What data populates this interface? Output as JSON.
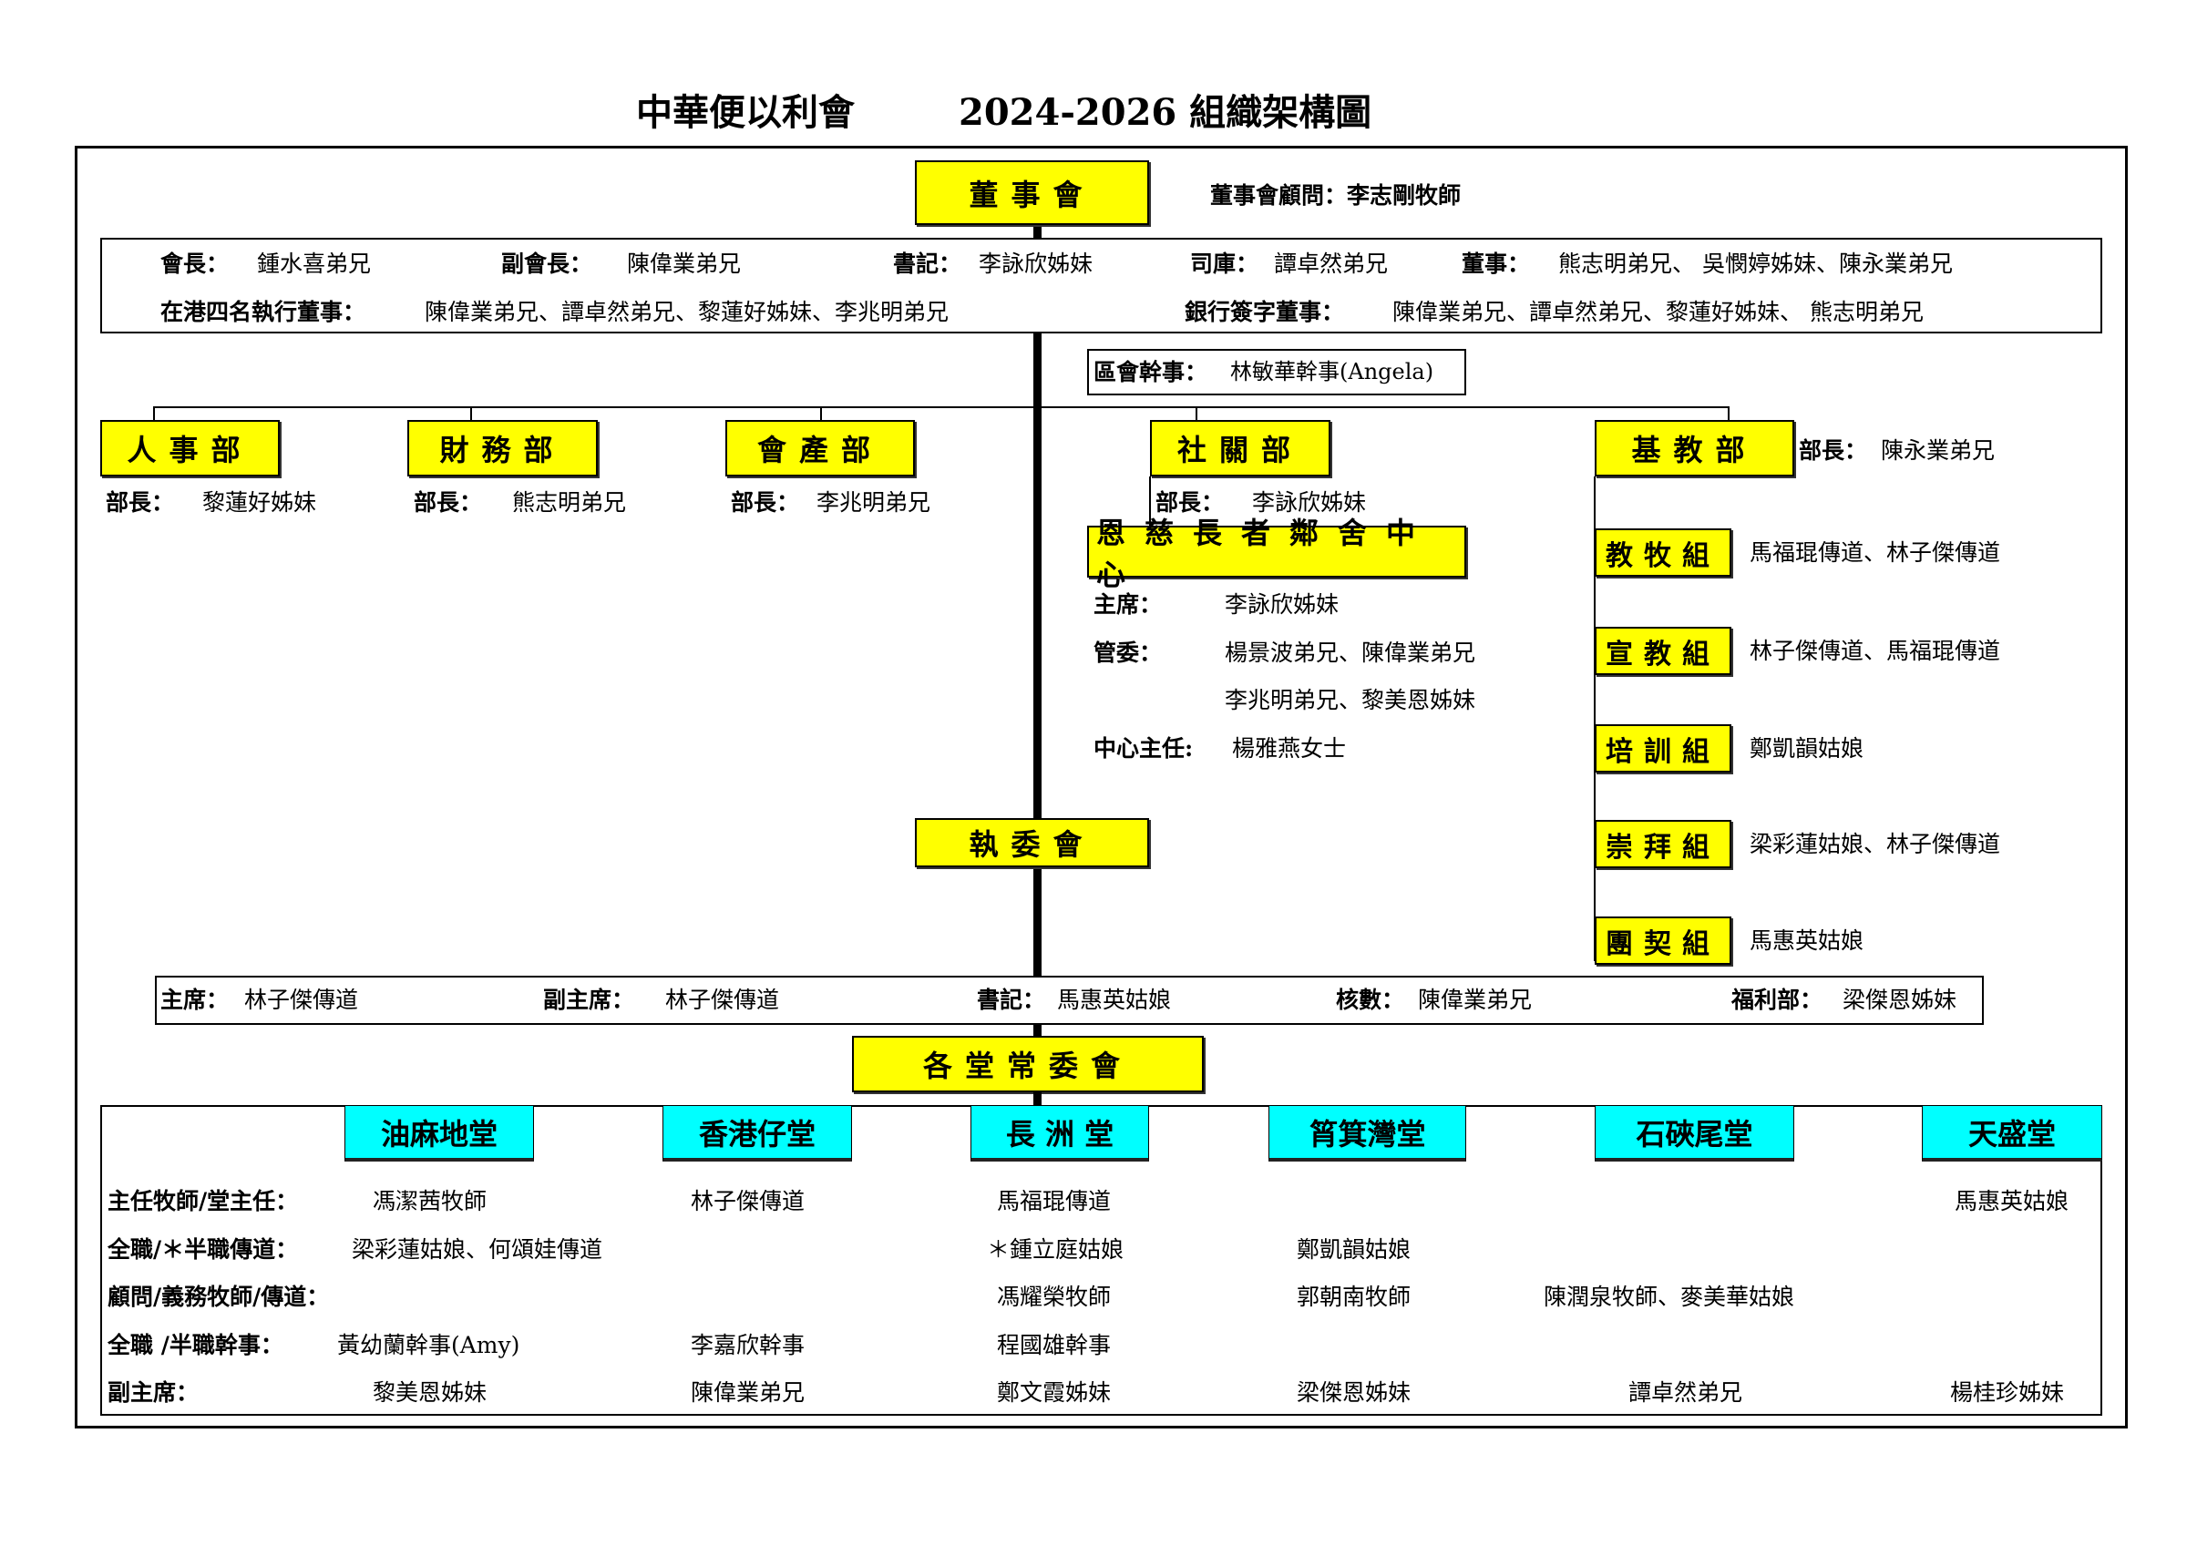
{
  "title": {
    "org": "中華便以利會",
    "term": "2024-2026 組織架構圖"
  },
  "board": {
    "label": "董事會",
    "advisor": "董事會顧問：李志剛牧師",
    "row1": [
      {
        "label": "會長：",
        "value": "鍾水喜弟兄"
      },
      {
        "label": "副會長：",
        "value": "陳偉業弟兄"
      },
      {
        "label": "書記：",
        "value": "李詠欣姊妹"
      },
      {
        "label": "司庫：",
        "value": "譚卓然弟兄"
      },
      {
        "label": "董事：",
        "value": "熊志明弟兄、 吳憫婷姊妹、陳永業弟兄"
      }
    ],
    "row2": [
      {
        "label": "在港四名執行董事：",
        "value": "陳偉業弟兄、譚卓然弟兄、黎蓮好姊妹、李兆明弟兄"
      },
      {
        "label": "銀行簽字董事：",
        "value": "陳偉業弟兄、譚卓然弟兄、黎蓮好姊妹、 熊志明弟兄"
      }
    ]
  },
  "district_officer": {
    "label": "區會幹事：",
    "value": "林敏華幹事(Angela)"
  },
  "departments": [
    {
      "name": "人事部",
      "head_label": "部長：",
      "head": "黎蓮好姊妹"
    },
    {
      "name": "財務部",
      "head_label": "部長：",
      "head": "熊志明弟兄"
    },
    {
      "name": "會產部",
      "head_label": "部長：",
      "head": "李兆明弟兄"
    },
    {
      "name": "社關部",
      "head_label": "部長：",
      "head": "李詠欣姊妹"
    },
    {
      "name": "基教部",
      "head_label": "部長：",
      "head": "陳永業弟兄"
    }
  ],
  "elderly_centre": {
    "name": "恩慈長者鄰舍中心",
    "chair_label": "主席：",
    "chair": "李詠欣姊妹",
    "committee_label": "管委：",
    "committee_line1": "楊景波弟兄、陳偉業弟兄",
    "committee_line2": "李兆明弟兄、黎美恩姊妹",
    "director_label": "中心主任:",
    "director": "楊雅燕女士"
  },
  "groups": [
    {
      "name": "教牧組",
      "members": "馬福琨傳道、林子傑傳道"
    },
    {
      "name": "宣教組",
      "members": "林子傑傳道、馬福琨傳道"
    },
    {
      "name": "培訓組",
      "members": "鄭凱韻姑娘"
    },
    {
      "name": "崇拜組",
      "members": "梁彩蓮姑娘、林子傑傳道"
    },
    {
      "name": "團契組",
      "members": "馬惠英姑娘"
    }
  ],
  "exec_committee": {
    "label": "執委會",
    "members": [
      {
        "label": "主席：",
        "value": "林子傑傳道"
      },
      {
        "label": "副主席：",
        "value": "林子傑傳道"
      },
      {
        "label": "書記：",
        "value": "馬惠英姑娘"
      },
      {
        "label": "核數：",
        "value": "陳偉業弟兄"
      },
      {
        "label": "福利部：",
        "value": "梁傑恩姊妹"
      }
    ]
  },
  "church_committee": {
    "label": "各堂常委會",
    "churches": [
      "油麻地堂",
      "香港仔堂",
      "長 洲 堂",
      "筲箕灣堂",
      "石硤尾堂",
      "天盛堂"
    ],
    "rows": [
      {
        "label": "主任牧師/堂主任：",
        "values": [
          "馮潔茜牧師",
          "林子傑傳道",
          "馬福琨傳道",
          "",
          "",
          "馬惠英姑娘"
        ]
      },
      {
        "label": "全職/＊半職傳道：",
        "values": [
          "梁彩蓮姑娘、何頌娃傳道",
          "",
          "＊鍾立庭姑娘",
          "鄭凱韻姑娘",
          "",
          ""
        ]
      },
      {
        "label": "顧問/義務牧師/傳道：",
        "values": [
          "",
          "",
          "馮耀榮牧師",
          "郭朝南牧師",
          "陳潤泉牧師、麥美華姑娘",
          ""
        ]
      },
      {
        "label": "全職 /半職幹事：",
        "values": [
          "黃幼蘭幹事(Amy)",
          "李嘉欣幹事",
          "程國雄幹事",
          "",
          "",
          ""
        ]
      },
      {
        "label": "副主席：",
        "values": [
          "黎美恩姊妹",
          "陳偉業弟兄",
          "鄭文霞姊妹",
          "梁傑恩姊妹",
          "譚卓然弟兄",
          "楊桂珍姊妹"
        ]
      }
    ]
  }
}
